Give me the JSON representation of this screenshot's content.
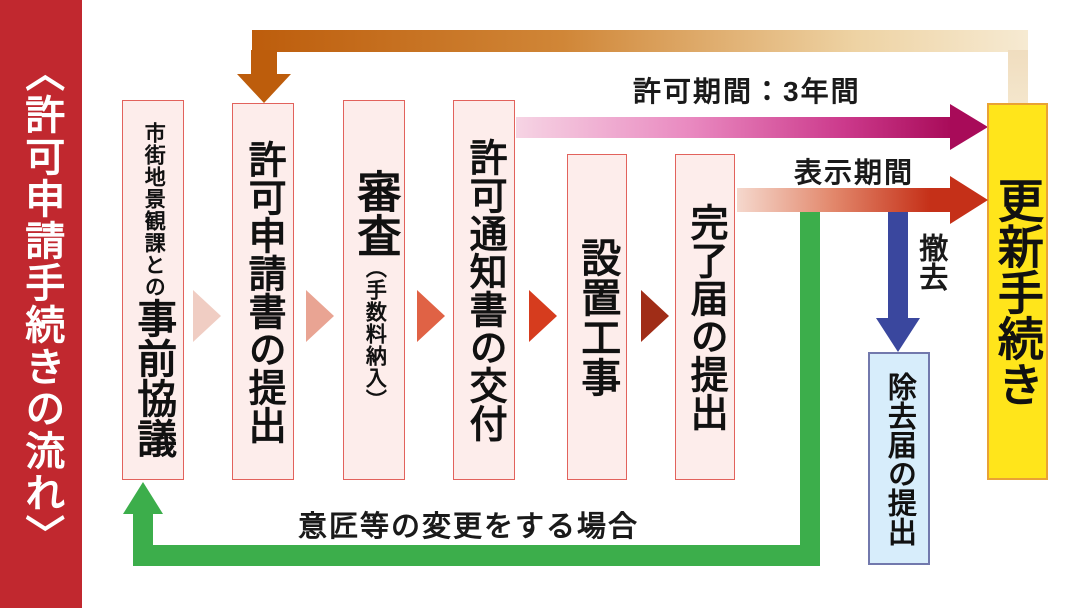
{
  "banner": {
    "title": "〈許可申請手続きの流れ〉"
  },
  "steps": [
    {
      "small": "市街地景観課との",
      "label": "事前協議"
    },
    {
      "label": "許可申請書の提出"
    },
    {
      "label": "審査",
      "note": "（手数料納入）"
    },
    {
      "label": "許可通知書の交付"
    },
    {
      "label": "設置工事"
    },
    {
      "label": "完了届の提出"
    }
  ],
  "renewal_box": {
    "label": "更新手続き"
  },
  "removal_box": {
    "label": "除去届の提出"
  },
  "labels": {
    "permit_period": "許可期間：3年間",
    "display_period": "表示期間",
    "removal": "撤去",
    "design_change": "意匠等の変更をする場合"
  },
  "colors": {
    "banner": "#c1282f",
    "box_fill": "#fdedeb",
    "box_border": "#e2625c",
    "renewal_fill": "#ffe51b",
    "renewal_border": "#e9a235",
    "removal_fill": "#d7edfb",
    "removal_border": "#7279ad",
    "green": "#3cae4b",
    "blue": "#3a479e",
    "orange_dark": "#bd5d0c",
    "orange_light": "#f6ead2",
    "magenta_dark": "#a80b59",
    "magenta_light": "#f6d4e4",
    "red_dark": "#c53018",
    "red_light": "#f5d8cd",
    "tri1": "#f0cdc3",
    "tri2": "#e9a493",
    "tri3": "#e06245",
    "tri4": "#d63c1e",
    "tri5": "#a02d17"
  }
}
